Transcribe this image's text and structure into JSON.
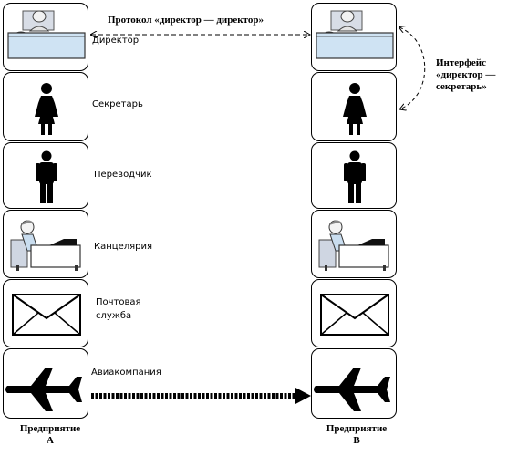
{
  "protocol_label": "Протокол «директор — директор»",
  "interface_label": {
    "line1": "Интерфейс",
    "line2": "«директор —",
    "line3": "секретарь»"
  },
  "roles": {
    "director": "Директор",
    "secretary": "Секретарь",
    "translator": "Переводчик",
    "office": "Канцелярия",
    "postal": "Почтовая служба",
    "airline": "Авиакомпания"
  },
  "enterprise_a": {
    "line1": "Предприятие",
    "line2": "А"
  },
  "enterprise_b": {
    "line1": "Предприятие",
    "line2": "В"
  },
  "icons": [
    "director-desk-icon",
    "woman-icon",
    "man-icon",
    "office-clerk-icon",
    "envelope-icon",
    "airplane-icon"
  ]
}
